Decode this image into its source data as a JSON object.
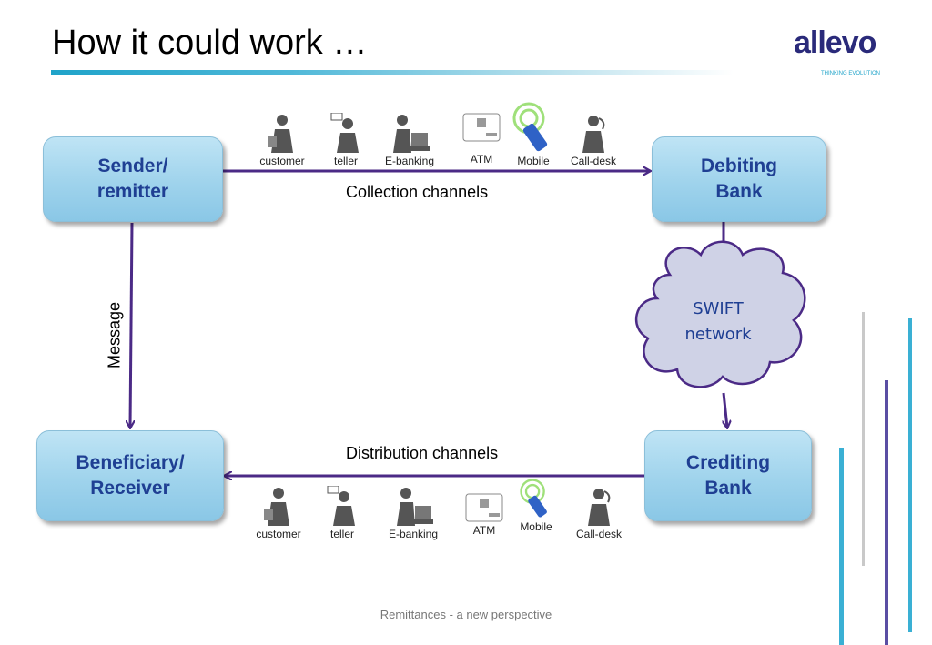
{
  "slide": {
    "title": "How it could work …",
    "footer": "Remittances - a new perspective"
  },
  "logo": {
    "text": "allevo",
    "tagline": "THINKING EVOLUTION"
  },
  "nodes": {
    "sender": "Sender/\nremitter",
    "debiting_bank": "Debiting\nBank",
    "beneficiary": "Beneficiary/\nReceiver",
    "crediting_bank": "Crediting\nBank",
    "swift": "SWIFT\nnetwork"
  },
  "edges": {
    "collection": "Collection channels",
    "distribution": "Distribution channels",
    "message": "Message"
  },
  "collection_channels": [
    "customer",
    "teller",
    "E-banking",
    "ATM",
    "Mobile",
    "Call-desk"
  ],
  "distribution_channels": [
    "customer",
    "teller",
    "E-banking",
    "ATM",
    "Mobile",
    "Call-desk"
  ],
  "colors": {
    "accent": "#1fa3c9",
    "arrow": "#4b2a86",
    "node_text": "#1f3f93",
    "node_fill": "#9fd3ec"
  }
}
